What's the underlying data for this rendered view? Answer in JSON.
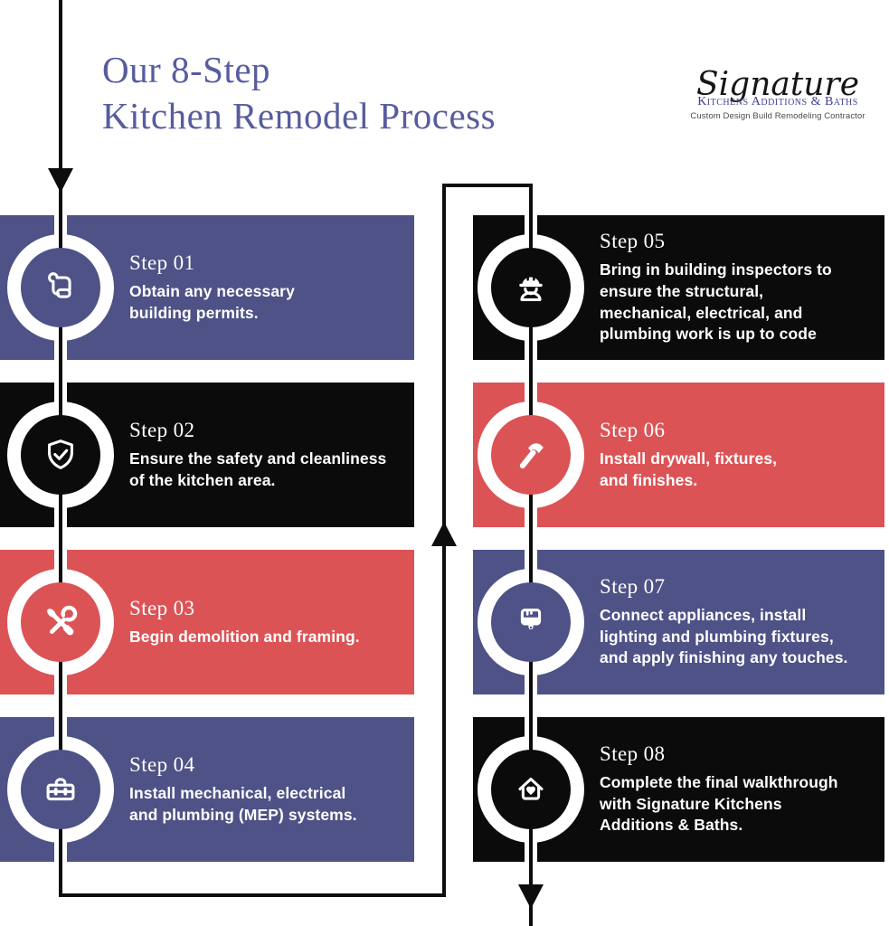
{
  "title": {
    "line1": "Our 8-Step",
    "line2": "Kitchen Remodel Process"
  },
  "logo": {
    "script": "Signature",
    "caps": "Kitchens Additions & Baths",
    "tagline": "Custom Design Build Remodeling Contractor"
  },
  "colors": {
    "purple": "#4e5286",
    "black": "#0b0b0b",
    "red": "#dc5355",
    "title": "#585c9e",
    "line": "#0d0d0d",
    "text_on_bar": "#ffffff",
    "background": "#ffffff"
  },
  "steps": [
    {
      "label": "Step 01",
      "description": "Obtain any necessary\nbuilding permits.",
      "color": "purple",
      "icon": "permit-scroll",
      "column": "left"
    },
    {
      "label": "Step 02",
      "description": "Ensure the safety and cleanliness\nof the kitchen area.",
      "color": "black",
      "icon": "shield-check",
      "column": "left"
    },
    {
      "label": "Step 03",
      "description": "Begin demolition and framing.",
      "color": "red",
      "icon": "crossed-tools",
      "column": "left"
    },
    {
      "label": "Step 04",
      "description": "Install mechanical, electrical\nand plumbing (MEP) systems.",
      "color": "purple",
      "icon": "toolbox",
      "column": "left"
    },
    {
      "label": "Step 05",
      "description": "Bring in building inspectors to\nensure the structural,\nmechanical, electrical, and\nplumbing work is up to code",
      "color": "black",
      "icon": "construction-worker",
      "column": "right"
    },
    {
      "label": "Step 06",
      "description": "Install drywall, fixtures,\nand finishes.",
      "color": "red",
      "icon": "hammer",
      "column": "right"
    },
    {
      "label": "Step 07",
      "description": "Connect appliances, install\nlighting and plumbing fixtures,\nand apply finishing any touches.",
      "color": "purple",
      "icon": "paint-brush",
      "column": "right"
    },
    {
      "label": "Step 08",
      "description": "Complete the final walkthrough\nwith Signature Kitchens\nAdditions & Baths.",
      "color": "black",
      "icon": "house-heart",
      "column": "right"
    }
  ]
}
